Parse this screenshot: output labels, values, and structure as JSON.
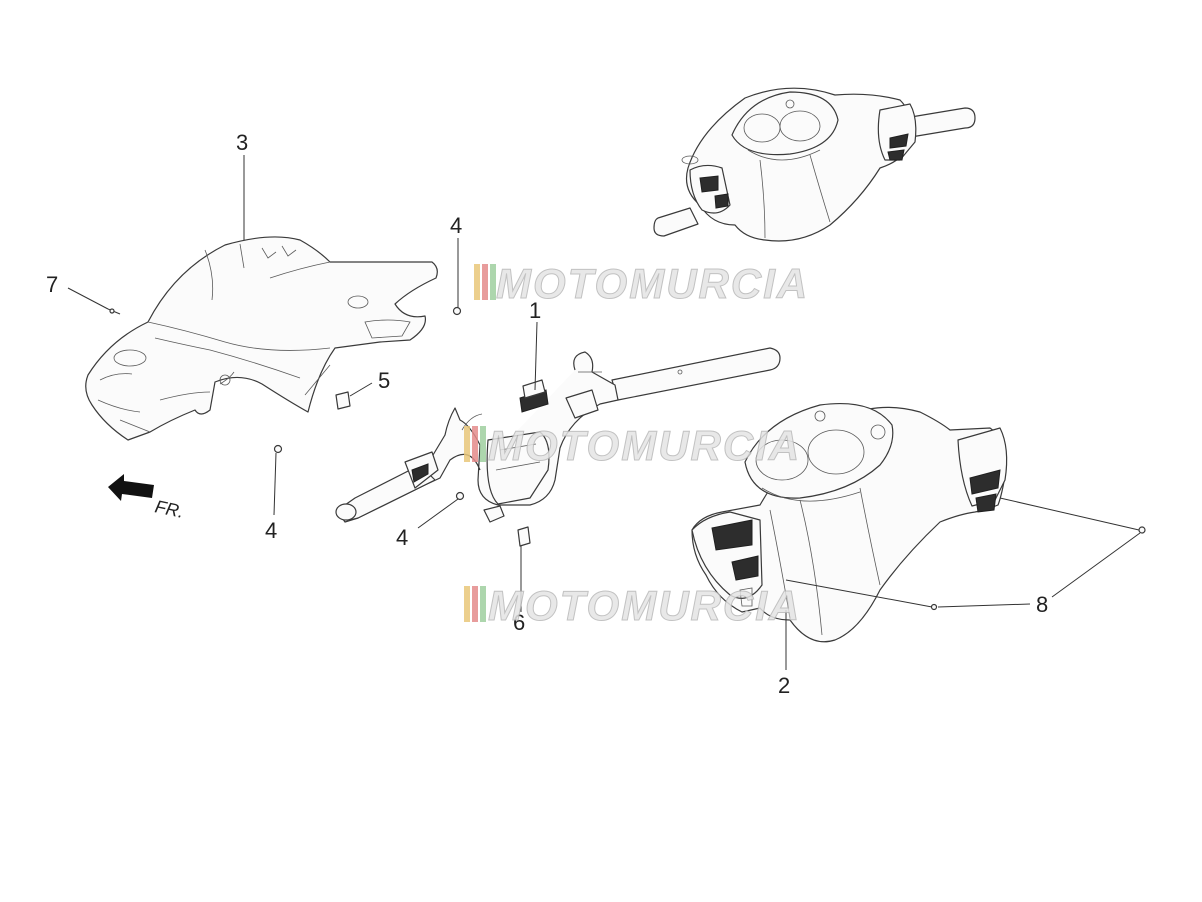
{
  "callouts": {
    "c1": "1",
    "c2": "2",
    "c3": "3",
    "c4a": "4",
    "c4b": "4",
    "c4c": "4",
    "c5": "5",
    "c6": "6",
    "c7": "7",
    "c8": "8"
  },
  "direction": {
    "label": "FR.",
    "icon": "arrow-left-icon"
  },
  "watermark": {
    "text": "MOTOMURCIA",
    "stripe_colors": [
      "#e9c77a",
      "#e58b8b",
      "#9fcf9f"
    ]
  }
}
